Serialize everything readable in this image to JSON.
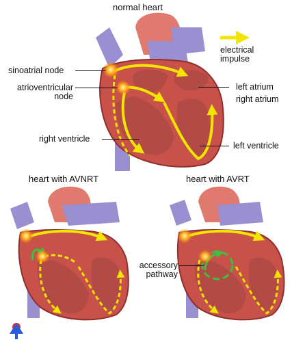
{
  "titles": {
    "top": "normal heart",
    "bottom_left": "heart with AVNRT",
    "bottom_right": "heart with AVRT"
  },
  "legend": {
    "line1": "electrical",
    "line2": "impulse"
  },
  "labels": {
    "sinoatrial_node": "sinoatrial node",
    "av_node_line1": "atrioventricular",
    "av_node_line2": "node",
    "left_atrium": "left atrium",
    "right_atrium": "right atrium",
    "right_ventricle": "right ventricle",
    "left_ventricle": "left ventricle",
    "accessory_line1": "accessory",
    "accessory_line2": "pathway"
  },
  "colors": {
    "impulse": "#f2e600",
    "reentry": "#3fbf3f",
    "muscle": "#c8514a",
    "aorta": "#e07a6e",
    "vessels": "#9a8fd0",
    "chamber": "#b24a45"
  },
  "icons": [
    "logo-icon"
  ]
}
